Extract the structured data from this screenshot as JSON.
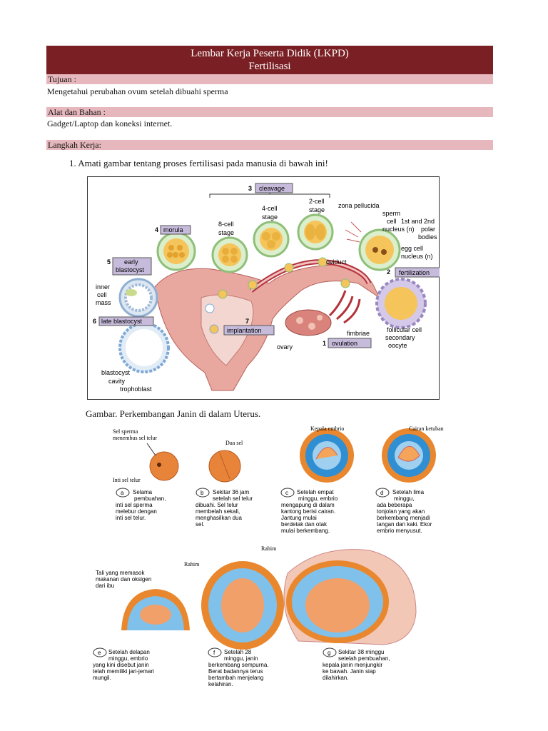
{
  "header": {
    "title": "Lembar Kerja Peserta Didik  (LKPD)",
    "subtitle": "Fertilisasi"
  },
  "sections": {
    "tujuan_label": "Tujuan :",
    "tujuan_text": "Mengetahui perubahan ovum setelah dibuahi sperma",
    "alat_label": "Alat dan Bahan :",
    "alat_text": "Gadget/Laptop dan koneksi internet.",
    "langkah_label": "Langkah Kerja:",
    "step1": "1.  Amati gambar tentang proses fertilisasi pada manusia di bawah ini!"
  },
  "figure1": {
    "cleavage": "cleavage",
    "n3": "3",
    "zona": "zona pellucida",
    "two_cell": [
      "2-cell",
      "stage"
    ],
    "four_cell": [
      "4-cell",
      "stage"
    ],
    "eight_cell": [
      "8-cell",
      "stage"
    ],
    "n4": "4",
    "morula": "morula",
    "n5": "5",
    "early_blast": [
      "early",
      "blastocyst"
    ],
    "inner_mass": [
      "inner",
      "cell",
      "mass"
    ],
    "n6": "6",
    "late_blast": "late blastocyst",
    "n7": "7",
    "implantation": "implantation",
    "blast_cavity": [
      "blastocyst",
      "cavity"
    ],
    "trophoblast": "trophoblast",
    "oviduct": "oviduct",
    "sperm_nucleus": [
      "sperm",
      "cell",
      "nucleus (n)"
    ],
    "polar": [
      "1st and 2nd",
      "polar",
      "bodies"
    ],
    "egg_nucleus": [
      "egg cell",
      "nucleus (n)"
    ],
    "n2": "2",
    "fertilization": "fertilization",
    "follicular": "follicular cell",
    "secondary": [
      "secondary",
      "oocyte"
    ],
    "fimbriae": "fimbriae",
    "ovary": "ovary",
    "n1": "1",
    "ovulation": "ovulation"
  },
  "caption": "Gambar. Perkembangan Janin di dalam Uterus.",
  "figure2": {
    "sperm_enter": [
      "Sel sperma",
      "menembus sel telur"
    ],
    "inti": "Inti sel telur",
    "dua_sel": "Dua sel",
    "kepala": "Kepala embrio",
    "cairan": "Cairan ketuban",
    "a": [
      "Selama",
      "pembuahan,",
      "inti sel sperma",
      "melebur dengan",
      "inti sel telur."
    ],
    "b": [
      "Sekitar 36 jam",
      "setelah sel telur",
      "dibuahi. Sel telur",
      "membelah sekali,",
      "menghasilkan dua",
      "sel."
    ],
    "c": [
      "Setelah empat",
      "minggu, embrio",
      "mengapung di dalam",
      "kantong berisi cairan.",
      "Jantung mulai",
      "berdetak dan otak",
      "mulai berkembang."
    ],
    "d": [
      "Setelah lima",
      "minggu,",
      "ada beberapa",
      "tonjolan yang akan",
      "berkembang menjadi",
      "tangan dan kaki. Ekor",
      "embrio menyusut."
    ],
    "rahim1": "Rahim",
    "rahim2": "Rahim",
    "tali": [
      "Tali yang memasok",
      "makanan dan oksigen",
      "dari ibu"
    ],
    "e": [
      "Setelah delapan",
      "minggu, embrio",
      "yang kini disebut janin",
      "telah memiliki jari-jemari",
      "mungil."
    ],
    "f": [
      "Setelah 28",
      "minggu, janin",
      "berkembang sempurna.",
      "Berat badannya terus",
      "bertambah menjelang",
      "kelahiran."
    ],
    "g": [
      "Sekitar 38 minggu",
      "setelah pembuahan,",
      "kepala janin menjungkir",
      "ke bawah. Janin siap",
      "dilahirkan."
    ],
    "letters": [
      "a",
      "b",
      "c",
      "d",
      "e",
      "f",
      "g"
    ]
  }
}
